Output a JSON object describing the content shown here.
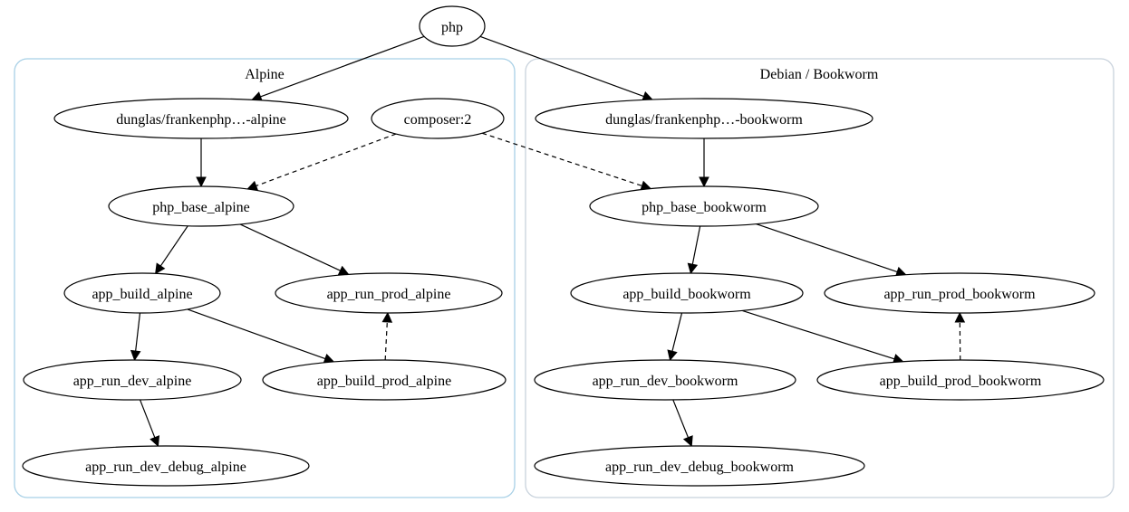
{
  "diagram": {
    "clusters": [
      {
        "id": "alpine",
        "label": "Alpine",
        "border_color": "#a8d0e6"
      },
      {
        "id": "bookworm",
        "label": "Debian / Bookworm",
        "border_color": "#c8d2dc"
      }
    ],
    "nodes": [
      {
        "id": "php",
        "label": "php"
      },
      {
        "id": "fp_alpine",
        "label": "dunglas/frankenphp…-alpine"
      },
      {
        "id": "composer",
        "label": "composer:2"
      },
      {
        "id": "fp_bookworm",
        "label": "dunglas/frankenphp…-bookworm"
      },
      {
        "id": "php_base_alpine",
        "label": "php_base_alpine"
      },
      {
        "id": "php_base_bookworm",
        "label": "php_base_bookworm"
      },
      {
        "id": "app_build_alpine",
        "label": "app_build_alpine"
      },
      {
        "id": "app_run_prod_alpine",
        "label": "app_run_prod_alpine"
      },
      {
        "id": "app_build_bookworm",
        "label": "app_build_bookworm"
      },
      {
        "id": "app_run_prod_bookworm",
        "label": "app_run_prod_bookworm"
      },
      {
        "id": "app_run_dev_alpine",
        "label": "app_run_dev_alpine"
      },
      {
        "id": "app_build_prod_alpine",
        "label": "app_build_prod_alpine"
      },
      {
        "id": "app_run_dev_bookworm",
        "label": "app_run_dev_bookworm"
      },
      {
        "id": "app_build_prod_bookworm",
        "label": "app_build_prod_bookworm"
      },
      {
        "id": "app_run_dev_debug_alpine",
        "label": "app_run_dev_debug_alpine"
      },
      {
        "id": "app_run_dev_debug_bookworm",
        "label": "app_run_dev_debug_bookworm"
      }
    ],
    "edges": [
      {
        "from": "php",
        "to": "fp_alpine",
        "style": "solid"
      },
      {
        "from": "php",
        "to": "fp_bookworm",
        "style": "solid"
      },
      {
        "from": "fp_alpine",
        "to": "php_base_alpine",
        "style": "solid"
      },
      {
        "from": "composer",
        "to": "php_base_alpine",
        "style": "dashed"
      },
      {
        "from": "composer",
        "to": "php_base_bookworm",
        "style": "dashed"
      },
      {
        "from": "fp_bookworm",
        "to": "php_base_bookworm",
        "style": "solid"
      },
      {
        "from": "php_base_alpine",
        "to": "app_build_alpine",
        "style": "solid"
      },
      {
        "from": "php_base_alpine",
        "to": "app_run_prod_alpine",
        "style": "solid"
      },
      {
        "from": "app_build_alpine",
        "to": "app_run_dev_alpine",
        "style": "solid"
      },
      {
        "from": "app_build_alpine",
        "to": "app_build_prod_alpine",
        "style": "solid"
      },
      {
        "from": "app_build_prod_alpine",
        "to": "app_run_prod_alpine",
        "style": "dashed"
      },
      {
        "from": "app_run_dev_alpine",
        "to": "app_run_dev_debug_alpine",
        "style": "solid"
      },
      {
        "from": "php_base_bookworm",
        "to": "app_build_bookworm",
        "style": "solid"
      },
      {
        "from": "php_base_bookworm",
        "to": "app_run_prod_bookworm",
        "style": "solid"
      },
      {
        "from": "app_build_bookworm",
        "to": "app_run_dev_bookworm",
        "style": "solid"
      },
      {
        "from": "app_build_bookworm",
        "to": "app_build_prod_bookworm",
        "style": "solid"
      },
      {
        "from": "app_build_prod_bookworm",
        "to": "app_run_prod_bookworm",
        "style": "dashed"
      },
      {
        "from": "app_run_dev_bookworm",
        "to": "app_run_dev_debug_bookworm",
        "style": "solid"
      }
    ]
  }
}
